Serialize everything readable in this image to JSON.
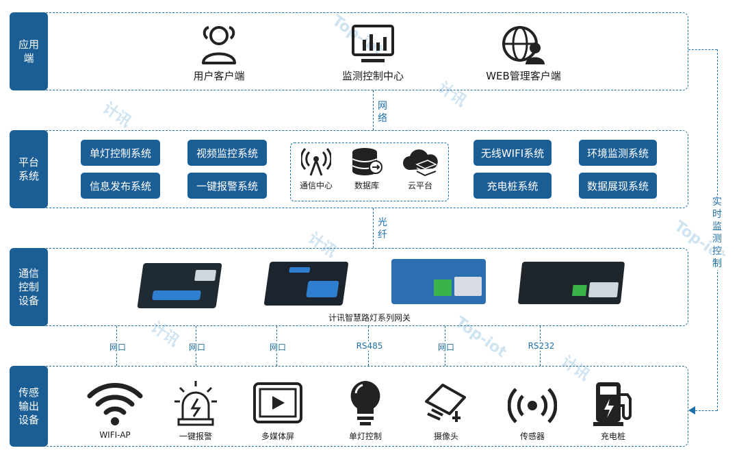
{
  "layers": {
    "app": "应用端",
    "platform": "平台系统",
    "comm": "通信控制设备",
    "sensor": "传感输出设备"
  },
  "app_items": [
    {
      "label": "用户客户端",
      "icon": "users-icon"
    },
    {
      "label": "监测控制中心",
      "icon": "monitor-chart-icon"
    },
    {
      "label": "WEB管理客户端",
      "icon": "globe-user-icon"
    }
  ],
  "links": {
    "network": "网络",
    "fiber": "光纤",
    "realtime": "实时监测控制"
  },
  "platform_left": [
    "单灯控制系统",
    "视频监控系统",
    "信息发布系统",
    "一键报警系统"
  ],
  "platform_center": [
    {
      "label": "通信中心",
      "icon": "antenna-icon"
    },
    {
      "label": "数据库",
      "icon": "database-icon"
    },
    {
      "label": "云平台",
      "icon": "cloud-icon"
    }
  ],
  "platform_right": [
    "无线WIFI系统",
    "环境监测系统",
    "充电桩系统",
    "数据展现系统"
  ],
  "gateway_caption": "计讯智慧路灯系列网关",
  "ports": [
    "网口",
    "网口",
    "网口",
    "RS485",
    "网口",
    "RS232"
  ],
  "sensors": [
    {
      "label": "WIFI-AP",
      "icon": "wifi-icon"
    },
    {
      "label": "一键报警",
      "icon": "alarm-light-icon"
    },
    {
      "label": "多媒体屏",
      "icon": "media-screen-icon"
    },
    {
      "label": "单灯控制",
      "icon": "light-bulb-icon"
    },
    {
      "label": "摄像头",
      "icon": "camera-icon"
    },
    {
      "label": "传感器",
      "icon": "sensor-icon"
    },
    {
      "label": "充电桩",
      "icon": "charging-station-icon"
    }
  ],
  "watermark": {
    "brand": "计讯",
    "sub": "Top-iot"
  },
  "colors": {
    "primary": "#1b5e96",
    "dash": "#1d6fa8"
  }
}
